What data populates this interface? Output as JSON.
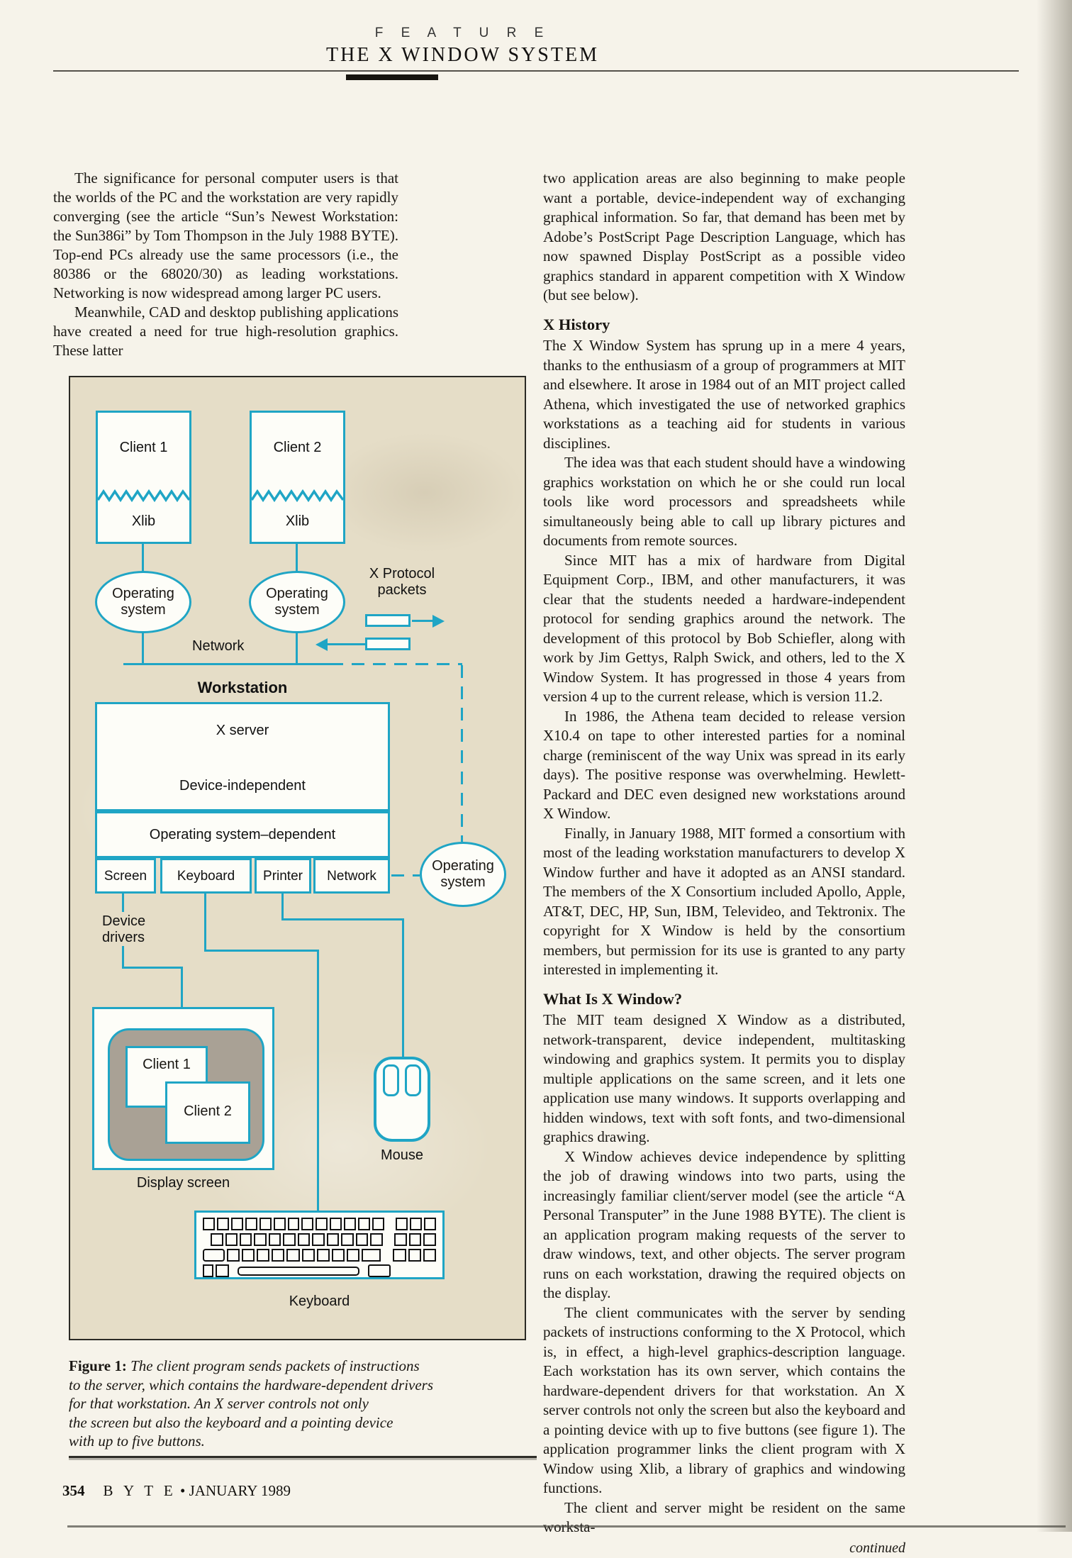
{
  "colors": {
    "accent_cyan": "#1fa5c5",
    "figure_bg": "#e5ddc7",
    "paper": "#f6f3ea",
    "desktop_gray": "#a9a195"
  },
  "header": {
    "kicker": "F E A T U R E",
    "title": "THE X WINDOW SYSTEM"
  },
  "left": {
    "para1": "The significance for personal computer users is that the worlds of the PC and the workstation are very rapidly converging (see the article “Sun’s Newest Workstation: the Sun386i” by Tom Thompson in the July 1988 BYTE). Top-end PCs already use the same processors (i.e., the 80386 or the 68020/30) as leading workstations. Networking is now widespread among larger PC users.",
    "para2": "Meanwhile, CAD and desktop publishing applications have created a need for true high-resolution graphics. These latter"
  },
  "fig": {
    "client1": "Client 1",
    "client2": "Client 2",
    "xlib": "Xlib",
    "os": "Operating system",
    "xprotocol1": "X Protocol",
    "xprotocol2": "packets",
    "network": "Network",
    "workstation": "Workstation",
    "x_server": "X server",
    "device_independent": "Device-independent",
    "os_dependent": "Operating system–dependent",
    "dev_screen": "Screen",
    "dev_keyboard": "Keyboard",
    "dev_printer": "Printer",
    "dev_network": "Network",
    "os_remote": "Operating system",
    "device_drivers1": "Device",
    "device_drivers2": "drivers",
    "win_client1": "Client 1",
    "win_client2": "Client 2",
    "display_screen": "Display screen",
    "mouse": "Mouse",
    "keyboard": "Keyboard"
  },
  "caption": {
    "label": "Figure 1:",
    "lines": [
      "The client program sends packets of instructions",
      "to the server, which contains the hardware-dependent drivers",
      "for that workstation. An X server controls not only",
      "the screen but also the keyboard and a pointing device",
      "with up to five buttons."
    ]
  },
  "right": {
    "para1": "two application areas are also beginning to make people want a portable, device-independent way of exchanging graphical information. So far, that demand has been met by Adobe’s PostScript Page Description Language, which has now spawned Display PostScript as a possible video graphics standard in apparent competition with X Window (but see below).",
    "h1": "X History",
    "para2": "The X Window System has sprung up in a mere 4 years, thanks to the enthusiasm of a group of programmers at MIT and elsewhere. It arose in 1984 out of an MIT project called Athena, which investigated the use of networked graphics workstations as a teaching aid for students in various disciplines.",
    "para3": "The idea was that each student should have a windowing graphics workstation on which he or she could run local tools like word processors and spreadsheets while simultaneously being able to call up library pictures and documents from remote sources.",
    "para4": "Since MIT has a mix of hardware from Digital Equipment Corp., IBM, and other manufacturers, it was clear that the students needed a hardware-independent protocol for sending graphics around the network. The development of this protocol by Bob Schiefler, along with work by Jim Gettys, Ralph Swick, and others, led to the X Window System. It has progressed in those 4 years from version 4 up to the current release, which is version 11.2.",
    "para5": "In 1986, the Athena team decided to release version X10.4 on tape to other interested parties for a nominal charge (reminiscent of the way Unix was spread in its early days). The positive response was overwhelming. Hewlett-Packard and DEC even designed new workstations around X Window.",
    "para6": "Finally, in January 1988, MIT formed a consortium with most of the leading workstation manufacturers to develop X Window further and have it adopted as an ANSI standard. The members of the X Consortium included Apollo, Apple, AT&T, DEC, HP, Sun, IBM, Televideo, and Tektronix. The copyright for X Window is held by the consortium members, but permission for its use is granted to any party interested in implementing it.",
    "h2": "What Is X Window?",
    "para7": "The MIT team designed X Window as a distributed, network-transparent, device independent, multitasking windowing and graphics system. It permits you to display multiple applications on the same screen, and it lets one application use many windows. It supports overlapping and hidden windows, text with soft fonts, and two-dimensional graphics drawing.",
    "para8": "X Window achieves device independence by splitting the job of drawing windows into two parts, using the increasingly familiar client/server model (see the article “A Personal Transputer” in the June 1988 BYTE). The client is an application program making requests of the server to draw windows, text, and other objects. The server program runs on each workstation, drawing the required objects on the display.",
    "para9": "The client communicates with the server by sending packets of instructions conforming to the X Protocol, which is, in effect, a high-level graphics-description language. Each workstation has its own server, which contains the hardware-dependent drivers for that workstation. An X server controls not only the screen but also the keyboard and a pointing device with up to five buttons (see figure 1). The application programmer links the client program with X Window using Xlib, a library of graphics and windowing functions.",
    "para10": "The client and server might be resident on the same worksta-",
    "continued": "continued"
  },
  "footer": {
    "page": "354",
    "magazine": "B Y T E",
    "bullet": "•",
    "issue": "JANUARY 1989"
  }
}
